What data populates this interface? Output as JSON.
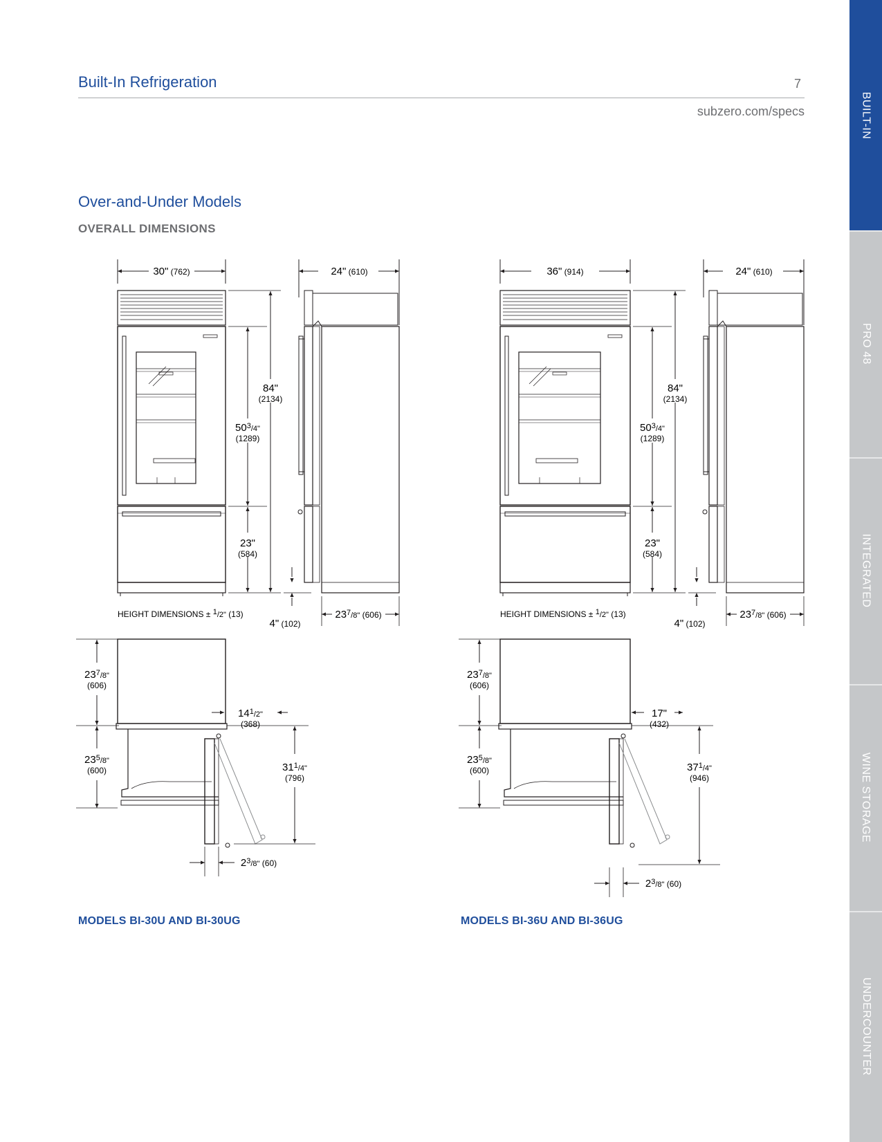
{
  "header": {
    "title": "Built-In Refrigeration",
    "page_number": "7",
    "url": "subzero.com/specs"
  },
  "section": {
    "title": "Over-and-Under Models",
    "subtitle": "OVERALL DIMENSIONS"
  },
  "sidebar": {
    "tabs": [
      {
        "label": "BUILT-IN",
        "active": true
      },
      {
        "label": "PRO 48",
        "active": false
      },
      {
        "label": "INTEGRATED",
        "active": false
      },
      {
        "label": "WINE STORAGE",
        "active": false
      },
      {
        "label": "UNDERCOUNTER",
        "active": false
      }
    ]
  },
  "colors": {
    "brand_blue": "#1f4e9c",
    "gray_text": "#6d6e71",
    "sidebar_gray": "#c5c7c9"
  },
  "models": [
    {
      "caption": "MODELS BI-30U AND BI-30UG",
      "front_width": {
        "in": "30\"",
        "mm": "(762)"
      },
      "side_depth": {
        "in": "24\"",
        "mm": "(610)"
      },
      "total_height": {
        "in": "84\"",
        "mm": "(2134)"
      },
      "fridge_height": {
        "whole": "50",
        "frac_num": "3",
        "frac_den": "4\"",
        "mm": "(1289)"
      },
      "freezer_height": {
        "in": "23\"",
        "mm": "(584)"
      },
      "toe_kick": {
        "in": "4\"",
        "mm": "(102)"
      },
      "case_depth": {
        "whole": "23",
        "frac_num": "7",
        "frac_den": "8\"",
        "mm": "(606)"
      },
      "height_note": {
        "text": "HEIGHT DIMENSIONS ± ",
        "frac_num": "1",
        "frac_den": "2\"",
        "mm": "(13)"
      },
      "plan_depth": {
        "whole": "23",
        "frac_num": "7",
        "frac_den": "8\"",
        "mm": "(606)"
      },
      "drawer_depth": {
        "whole": "23",
        "frac_num": "5",
        "frac_den": "8\"",
        "mm": "(600)"
      },
      "door_clearance": {
        "whole": "14",
        "frac_num": "1",
        "frac_den": "2\"",
        "mm": "(368)"
      },
      "door_swing": {
        "whole": "31",
        "frac_num": "1",
        "frac_den": "4\"",
        "mm": "(796)"
      },
      "door_thickness": {
        "whole": "2",
        "frac_num": "3",
        "frac_den": "8\"",
        "mm": "(60)"
      }
    },
    {
      "caption": "MODELS BI-36U AND BI-36UG",
      "front_width": {
        "in": "36\"",
        "mm": "(914)"
      },
      "side_depth": {
        "in": "24\"",
        "mm": "(610)"
      },
      "total_height": {
        "in": "84\"",
        "mm": "(2134)"
      },
      "fridge_height": {
        "whole": "50",
        "frac_num": "3",
        "frac_den": "4\"",
        "mm": "(1289)"
      },
      "freezer_height": {
        "in": "23\"",
        "mm": "(584)"
      },
      "toe_kick": {
        "in": "4\"",
        "mm": "(102)"
      },
      "case_depth": {
        "whole": "23",
        "frac_num": "7",
        "frac_den": "8\"",
        "mm": "(606)"
      },
      "height_note": {
        "text": "HEIGHT DIMENSIONS ± ",
        "frac_num": "1",
        "frac_den": "2\"",
        "mm": "(13)"
      },
      "plan_depth": {
        "whole": "23",
        "frac_num": "7",
        "frac_den": "8\"",
        "mm": "(606)"
      },
      "drawer_depth": {
        "whole": "23",
        "frac_num": "5",
        "frac_den": "8\"",
        "mm": "(600)"
      },
      "door_clearance": {
        "whole": "17\"",
        "frac_num": "",
        "frac_den": "",
        "mm": "(432)"
      },
      "door_swing": {
        "whole": "37",
        "frac_num": "1",
        "frac_den": "4\"",
        "mm": "(946)"
      },
      "door_thickness": {
        "whole": "2",
        "frac_num": "3",
        "frac_den": "8\"",
        "mm": "(60)"
      }
    }
  ]
}
